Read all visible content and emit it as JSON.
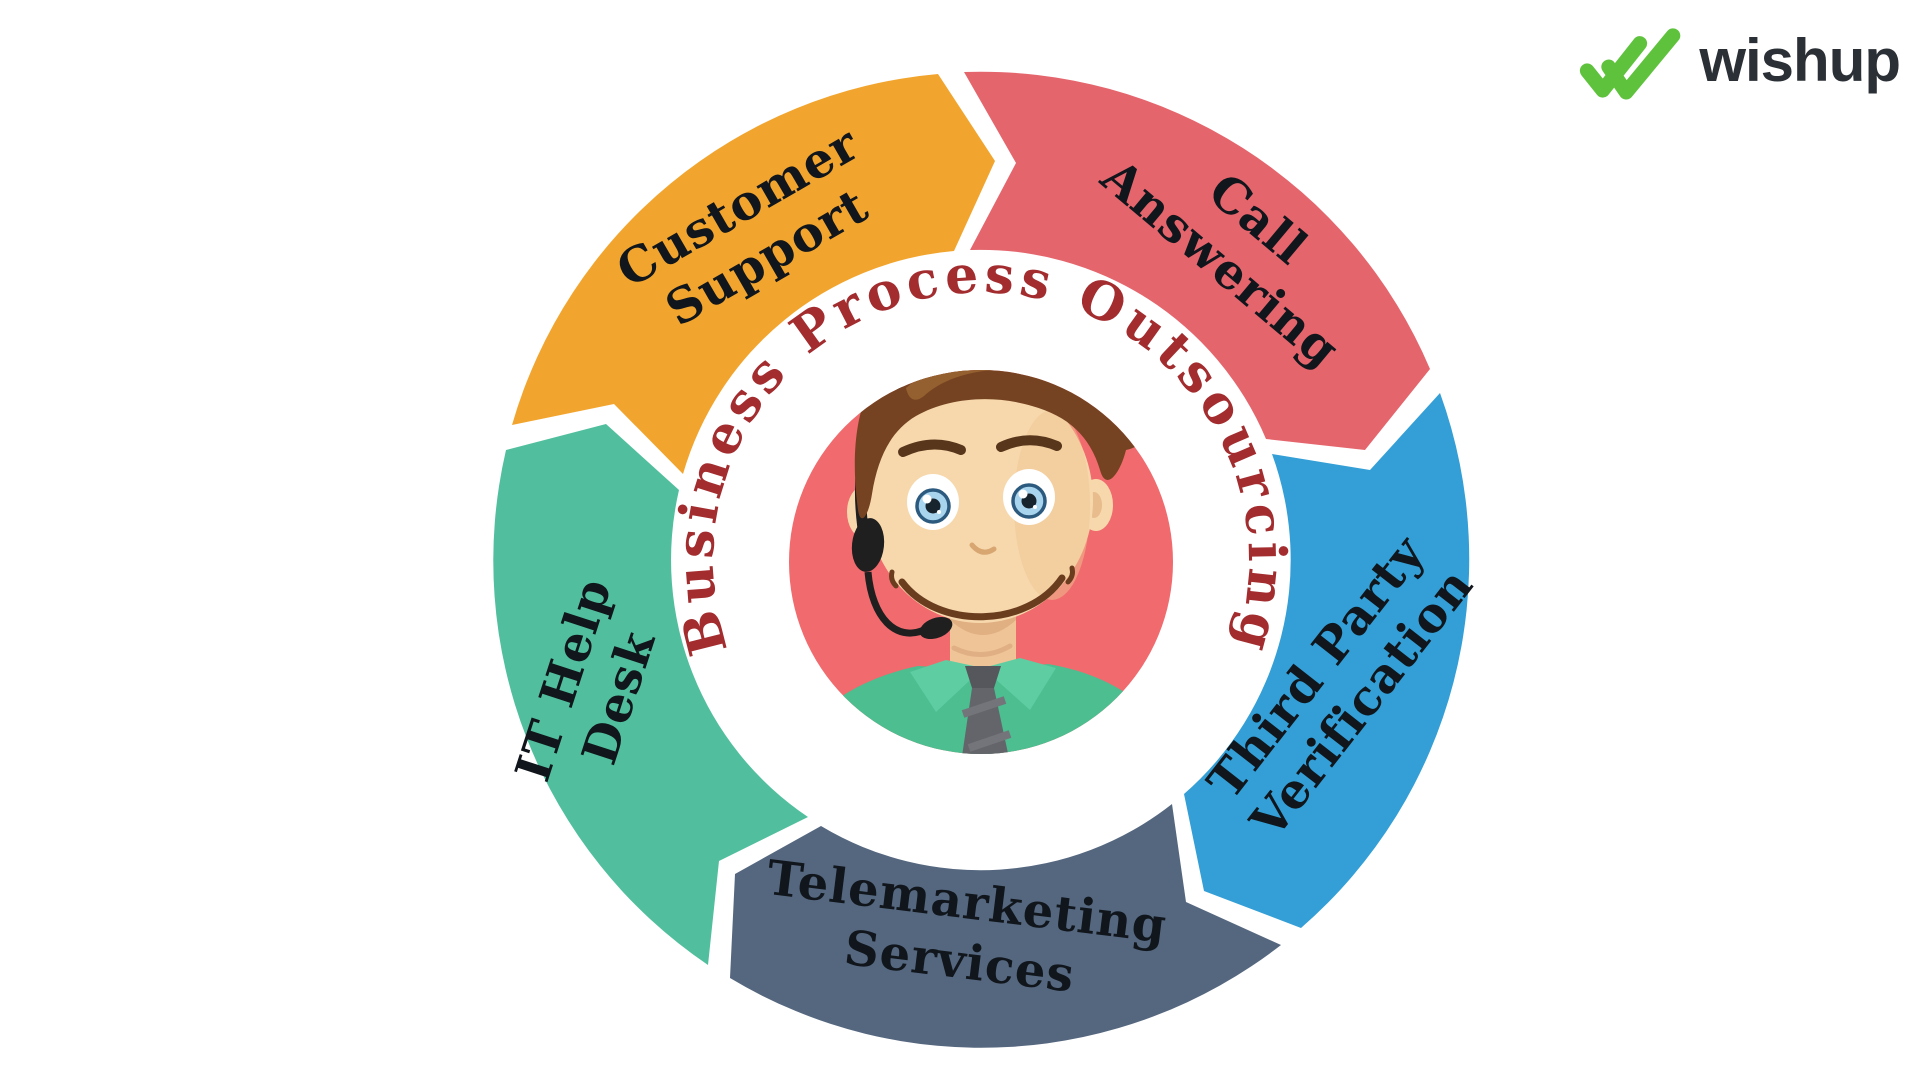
{
  "page": {
    "background": "#ffffff"
  },
  "logo": {
    "text": "wishup",
    "icon": "double-check-icon",
    "icon_color": "#5FC23D",
    "text_color": "#2B3037"
  },
  "diagram": {
    "title": "Business Process Outsourcing",
    "title_color": "#A32C2F",
    "label_color": "#10161C",
    "center_circle_color": "#F16A6D",
    "segments": [
      {
        "name": "customer-support",
        "lines": [
          "Customer",
          "Support"
        ],
        "color": "#F2A52E"
      },
      {
        "name": "call-answering",
        "lines": [
          "Call",
          "Answering"
        ],
        "color": "#E5656D"
      },
      {
        "name": "third-party-verification",
        "lines": [
          "Third Party",
          "Verification"
        ],
        "color": "#339FD6"
      },
      {
        "name": "telemarketing-services",
        "lines": [
          "Telemarketing",
          "Services"
        ],
        "color": "#55677F"
      },
      {
        "name": "it-help-desk",
        "lines": [
          "IT Help",
          "Desk"
        ],
        "color": "#51BF9D"
      }
    ]
  }
}
